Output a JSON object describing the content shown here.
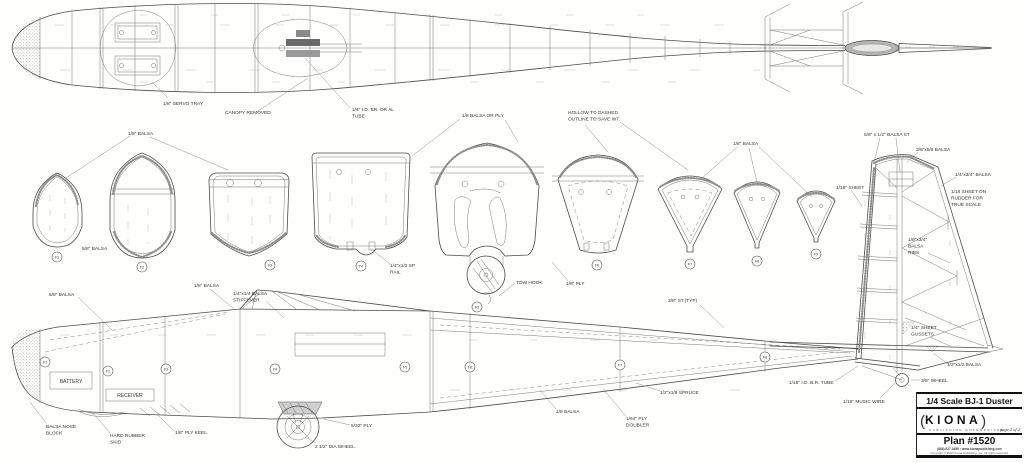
{
  "title_block": {
    "title": "1/4 Scale BJ-1 Duster",
    "brand": "KIONA",
    "brand_sub": "PUBLISHING ENTERPRISES",
    "page": "page 2 of 2",
    "plan_no": "Plan #1520",
    "contact": "(866) 827-0456 • www.kionapublishing.com",
    "copyright": "Copyright © 2004 Kiona Publishing, Inc. All rights reserved."
  },
  "top_view": {
    "labels": {
      "servo_tray": "1/8\" SERVO TRAY",
      "canopy": "CANOPY REMOVED",
      "tube": [
        "1/4\" I.D. BR. OR AL",
        "TUBE"
      ],
      "balsa_ply": "1/8 BALSA OR PLY",
      "hollow": [
        "HOLLOW TO DASHED",
        "OUTLINE TO SAVE WT."
      ]
    }
  },
  "formers": {
    "labels": {
      "balsa_18_left": "1/8\" BALSA",
      "balsa_58": "5/8\" BALSA",
      "sp_rail": [
        "1/4\"x1/2 SP",
        "RAIL"
      ],
      "tow_hook": "TOW HOOK",
      "ply_18": "1/8\" PLY",
      "balsa_18_right": "1/8\" BALSA"
    },
    "markers": [
      "F1",
      "F2",
      "F3",
      "F4",
      "F5",
      "F6",
      "F7",
      "F8",
      "F9"
    ]
  },
  "fin_detail": {
    "labels": {
      "balsa_st": "5/8\" x 1/2\" BALSA ST",
      "balsa_3858": "3/8\"x5/8 BALSA",
      "balsa_1434": "1/4\"x3/4\" BALSA",
      "sheet_116": "1/16\" SHEET",
      "rudder_sheet": [
        "1/16 SHEET ON",
        "RUDDER FOR",
        "TRUE SCALE"
      ],
      "ribs": [
        "1/8\"x3/4\"",
        "BALSA",
        "RIBS"
      ],
      "gussets": [
        "1/4\" SHEET",
        "GUSSETS"
      ],
      "balsa_1212": "1/2\"x1/2 BALSA",
      "wheel_38": "3/8\" WHEEL",
      "br_tube": "1/16\" I.D. B.R. TUBE",
      "music_wire": "1/16\" MUSIC WIRE"
    }
  },
  "side_view": {
    "labels": {
      "balsa_58": "5/8\" BALSA",
      "balsa_18": "1/8\" BALSA",
      "stiffener": [
        "1/4\"x1/4 BALSA",
        "STIFFENER"
      ],
      "battery": "BATTERY",
      "receiver": "RECEIVER",
      "nose_block": [
        "BALSA NOSE",
        "BLOCK"
      ],
      "skid": [
        "HARD RUBBER",
        "SKID"
      ],
      "ply_keel": "1/8\" PLY KEEL",
      "ply_532": "5/32\" PLY",
      "dia_wheel": "2 1/2\" DIA WHEEL",
      "balsa_18b": "1/8 BALSA",
      "doubler": [
        "1/64\" PLY",
        "DOUBLER"
      ],
      "spruce": "1/2\"x1/8 SPRUCE",
      "st_typ": "3/8\" ST.(TYP)"
    },
    "markers": [
      "F1",
      "F2",
      "F3",
      "F4",
      "F5",
      "F6",
      "F7",
      "F8"
    ]
  }
}
